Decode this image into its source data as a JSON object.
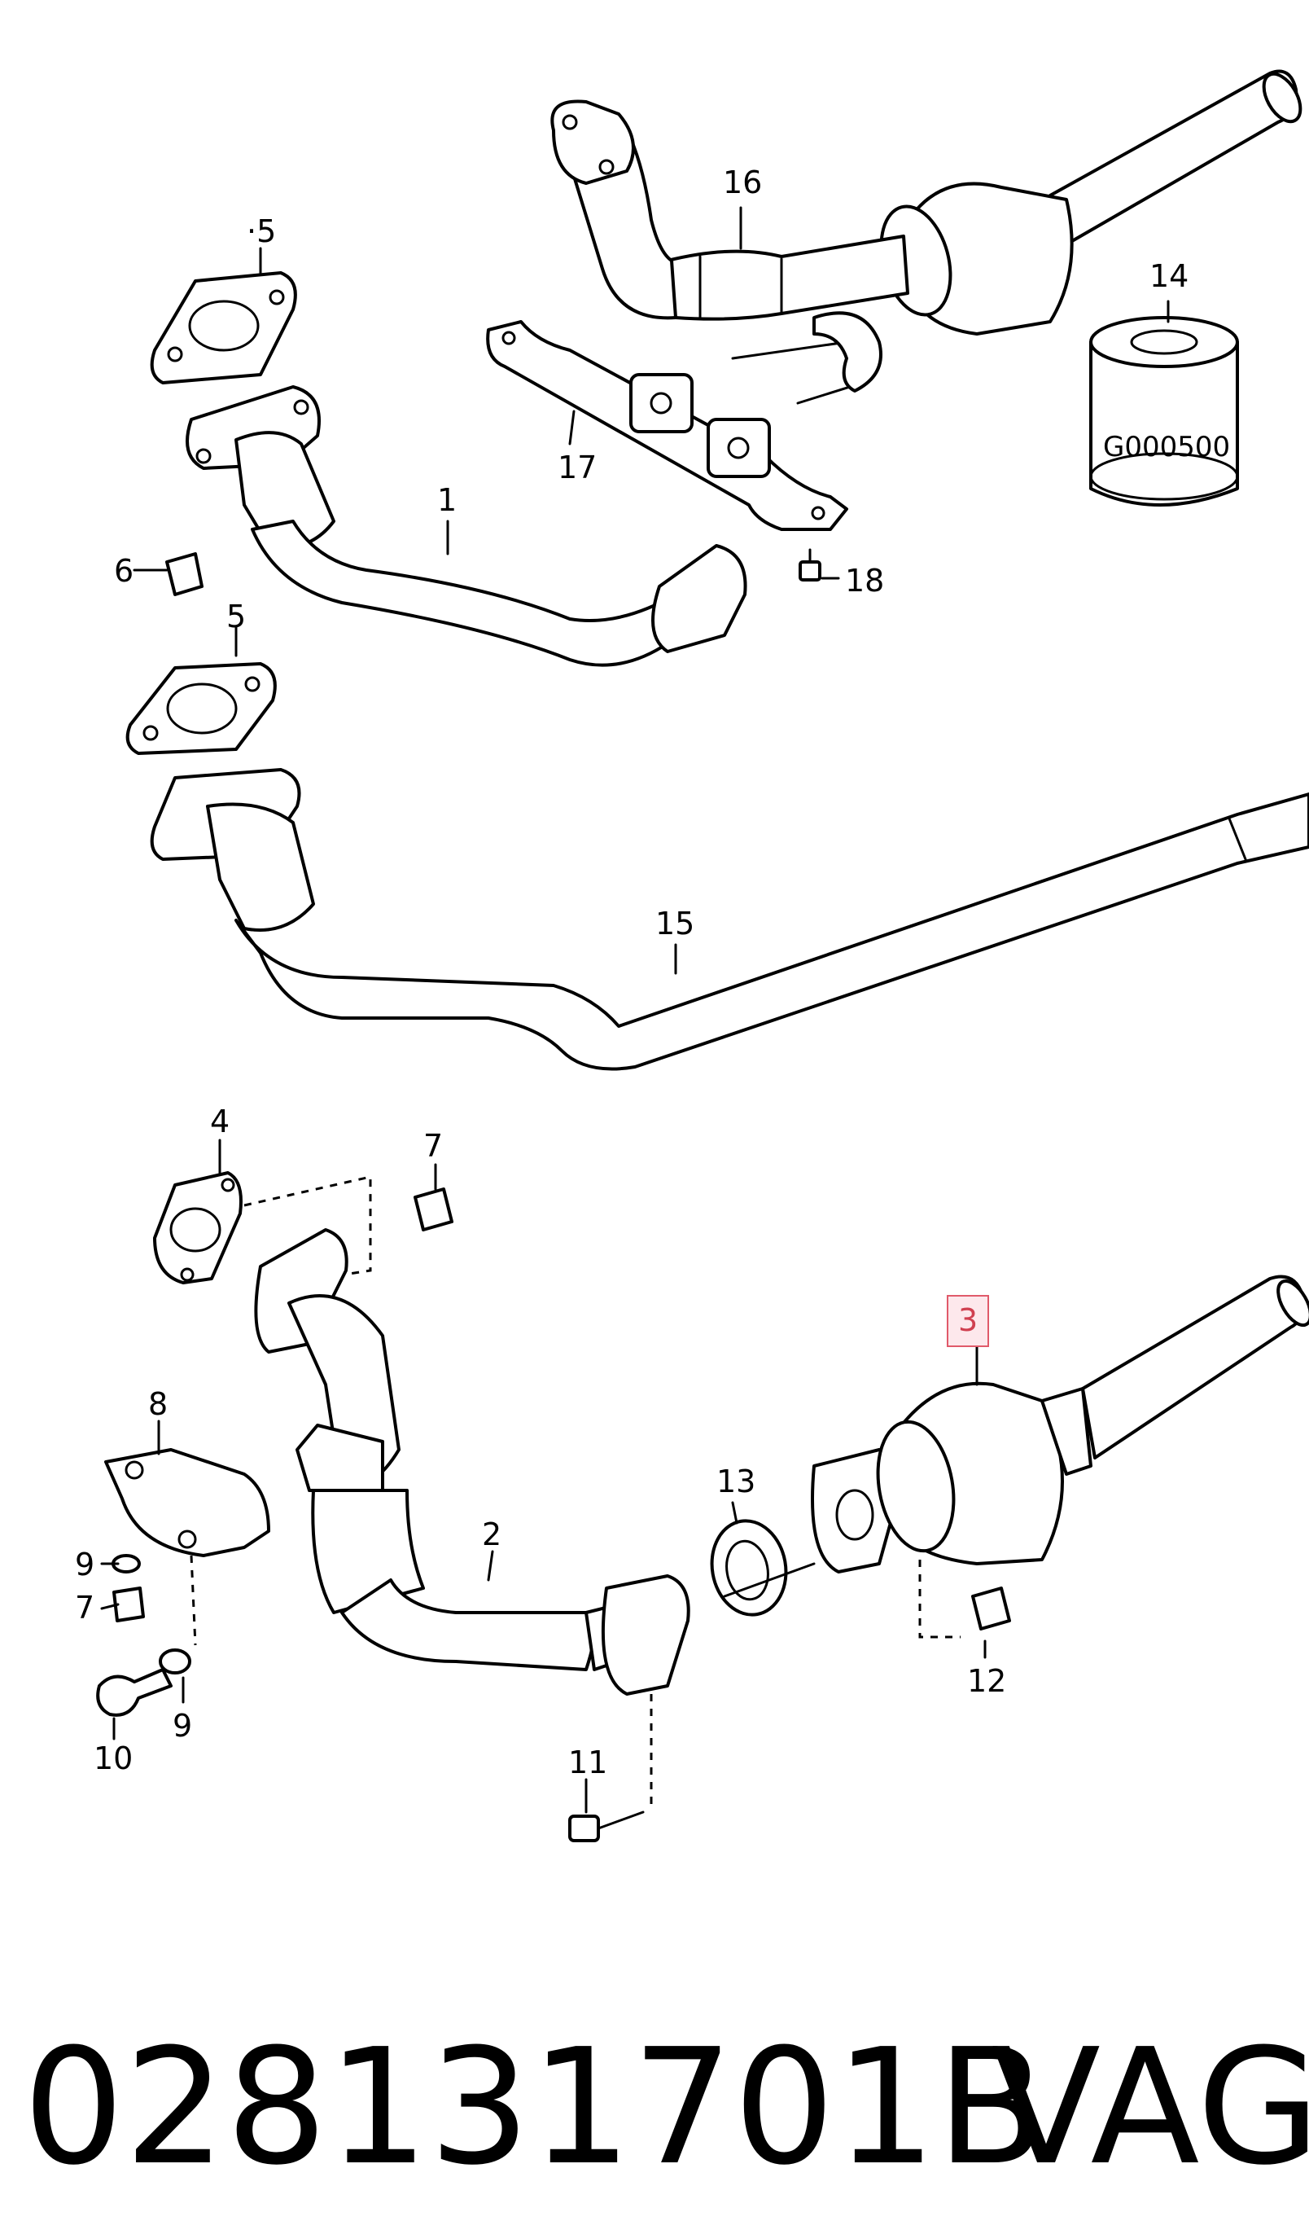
{
  "diagram": {
    "callouts": {
      "c1": "1",
      "c2": "2",
      "c3": "3",
      "c4": "4",
      "c5a": "·5",
      "c5b": "5",
      "c6": "6",
      "c7a": "7",
      "c7b": "7",
      "c8": "8",
      "c9a": "9",
      "c9b": "9",
      "c10": "10",
      "c11": "11",
      "c12": "12",
      "c13": "13",
      "c14": "14",
      "c15": "15",
      "c16": "16",
      "c17": "17",
      "c18": "18"
    },
    "filter_label": "G000500",
    "highlight_color": "#e05a6a"
  },
  "footer": {
    "part_number": "028131701B",
    "brand": "VAG"
  }
}
